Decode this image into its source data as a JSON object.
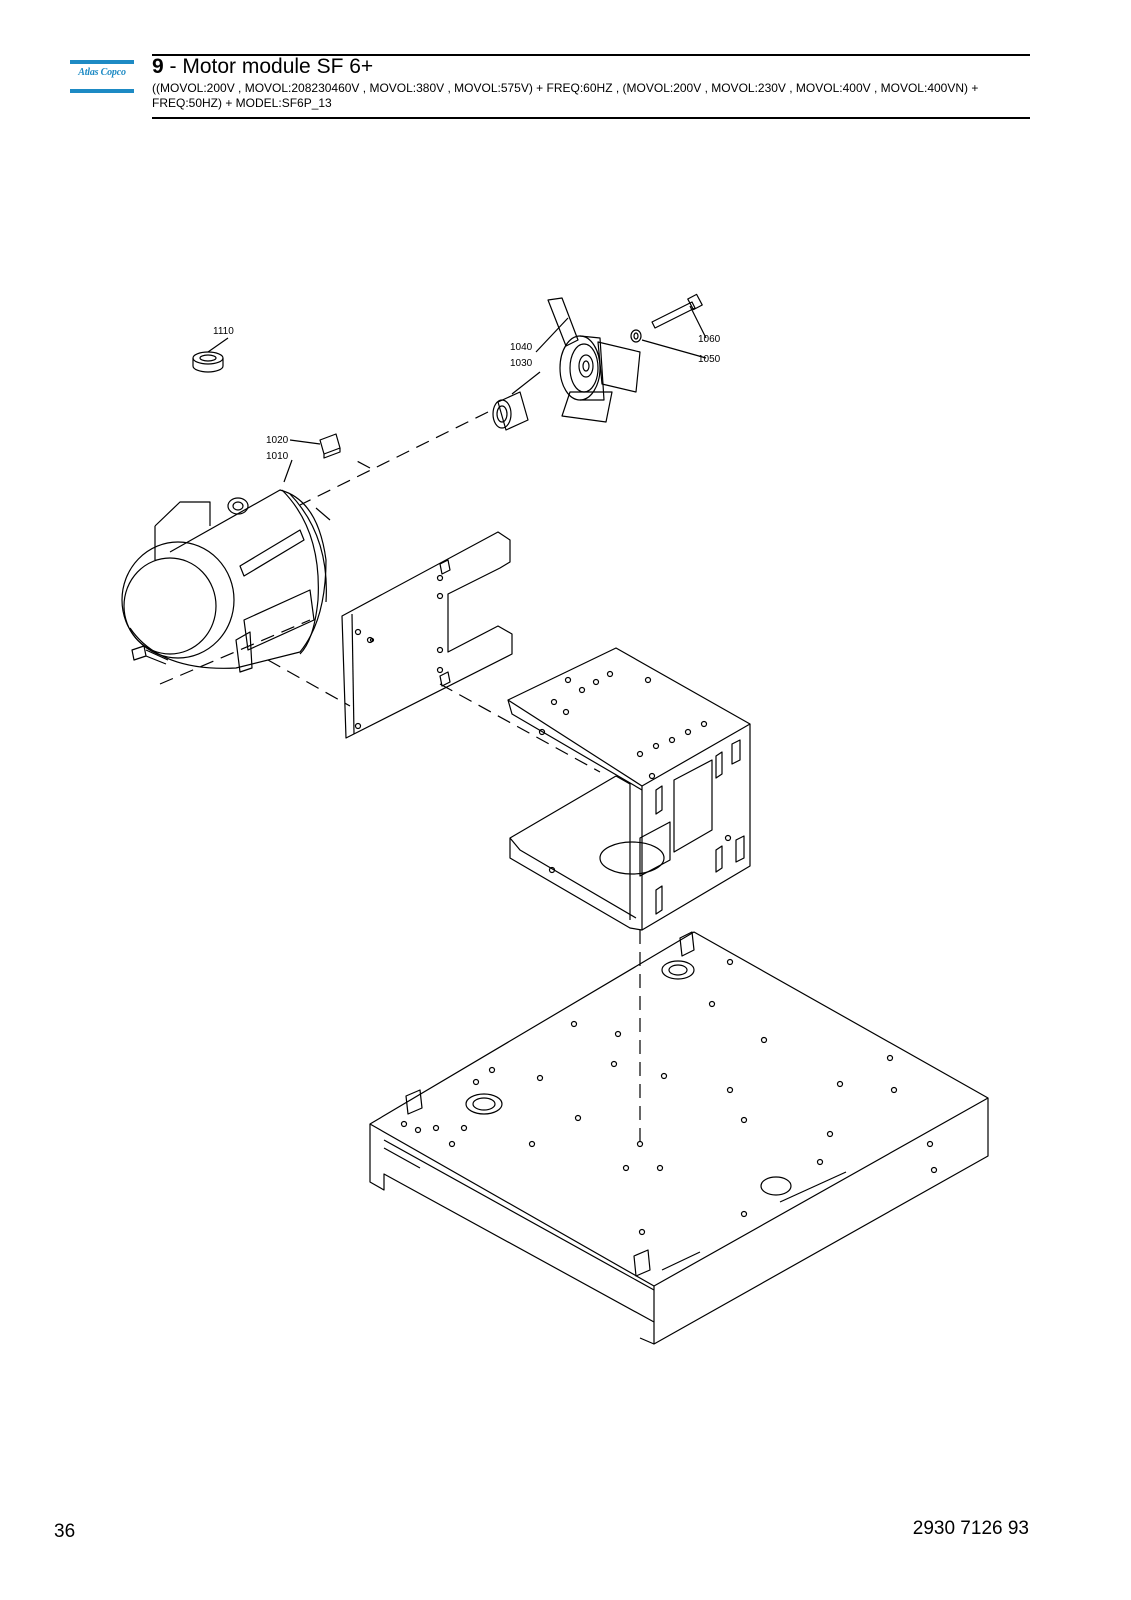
{
  "brand": {
    "logo_text": "Atlas Copco",
    "color": "#1d8ac4"
  },
  "header": {
    "section_number": "9",
    "title": " - Motor module SF 6+",
    "subtitle": "((MOVOL:200V , MOVOL:208230460V , MOVOL:380V , MOVOL:575V) + FREQ:60HZ , (MOVOL:200V , MOVOL:230V , MOVOL:400V , MOVOL:400VN) + FREQ:50HZ) + MODEL:SF6P_13"
  },
  "callouts": {
    "c1110": "1110",
    "c1040": "1040",
    "c1030": "1030",
    "c1060": "1060",
    "c1050": "1050",
    "c1020": "1020",
    "c1010": "1010"
  },
  "footer": {
    "page_number": "36",
    "document_number": "2930 7126 93"
  }
}
